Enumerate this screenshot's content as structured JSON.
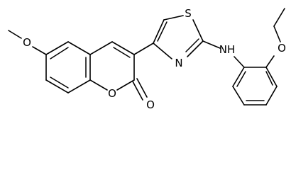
{
  "molecule": {
    "atoms": {
      "methoxy_o": "O",
      "lactone_ring_o": "O",
      "carbonyl_o": "O",
      "thiazole_s": "S",
      "thiazole_n": "N",
      "amine_nh": "NH",
      "ethoxy_o": "O"
    }
  }
}
